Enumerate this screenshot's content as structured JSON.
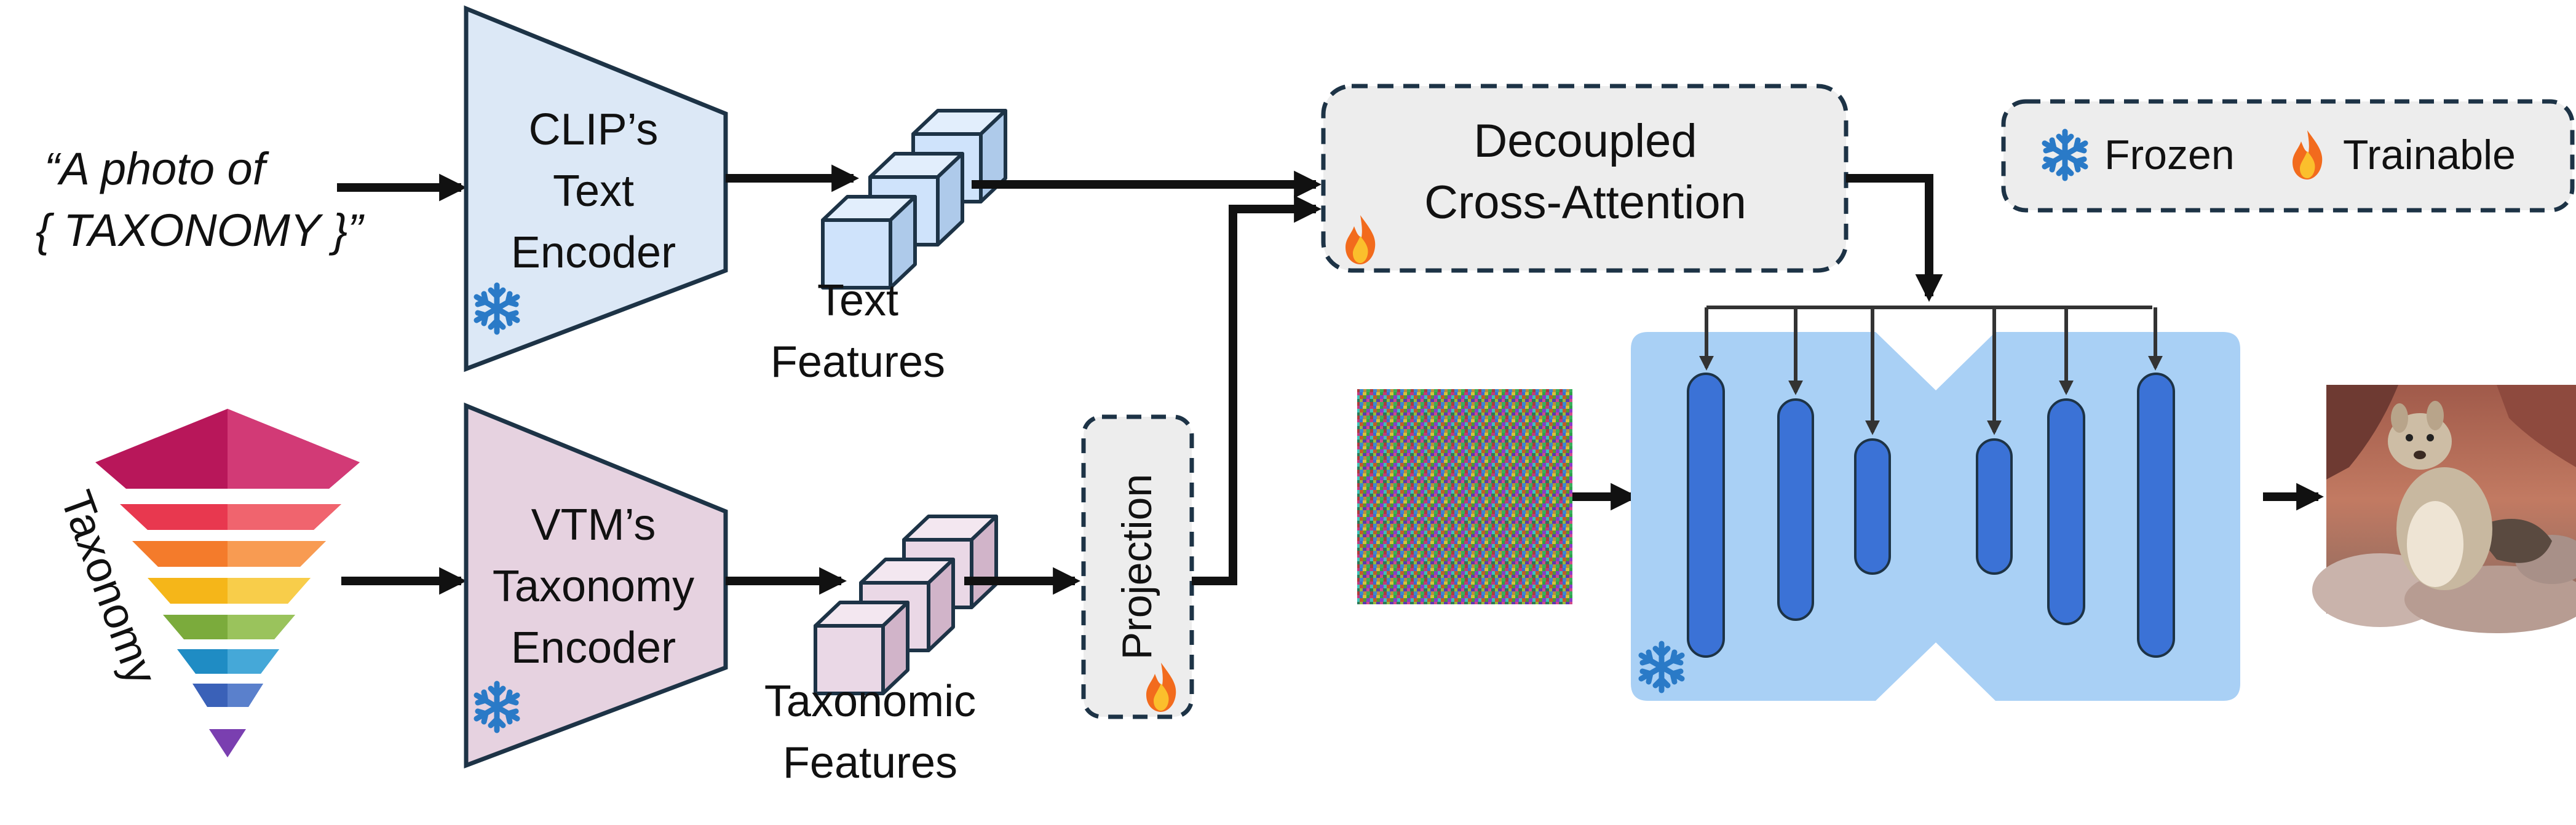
{
  "prompt": {
    "line1": "“A photo of",
    "line2": "{ TAXONOMY }”"
  },
  "taxonomy_label": "Taxonomy",
  "clip_encoder": {
    "line1": "CLIP’s",
    "line2": "Text",
    "line3": "Encoder"
  },
  "vtm_encoder": {
    "line1": "VTM’s",
    "line2": "Taxonomy",
    "line3": "Encoder"
  },
  "text_features": {
    "line1": "Text",
    "line2": "Features"
  },
  "taxonomic_features": {
    "line1": "Taxonomic",
    "line2": "Features"
  },
  "projection_label": "Projection",
  "cross_attention": {
    "line1": "Decoupled",
    "line2": "Cross-Attention"
  },
  "legend": {
    "frozen": "Frozen",
    "trainable": "Trainable"
  },
  "icons": {
    "frozen": "snowflake-icon",
    "trainable": "fire-icon"
  },
  "colors": {
    "clip_fill": "#dce8f6",
    "vtm_fill": "#e6d2e0",
    "text_feature_fill": "#cfe3fb",
    "taxonomic_feature_fill": "#ead8e6",
    "unet_fill": "#a9d0f5",
    "unet_block": "#3b72d6",
    "box_fill": "#ededed",
    "outline": "#1d3346",
    "snowflake": "#2a7ac7",
    "flame": "#f26b1d"
  },
  "pyramid_colors": [
    "#b8175a",
    "#e8384f",
    "#f47b2b",
    "#f5b619",
    "#7bab3c",
    "#1f8cc4",
    "#3a61b8",
    "#7a3fb0"
  ]
}
